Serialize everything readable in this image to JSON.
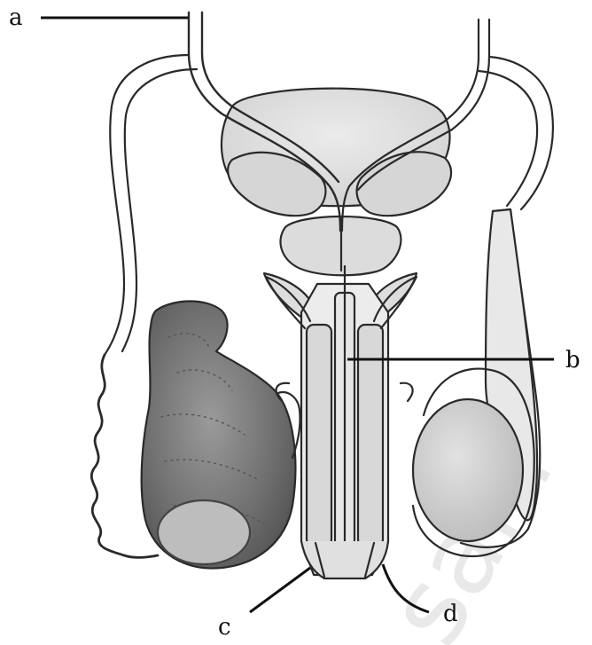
{
  "diagram": {
    "labels": {
      "a": "a",
      "b": "b",
      "c": "c",
      "d": "d"
    },
    "watermark": "sala"
  },
  "colors": {
    "outline": "#2a2a2a",
    "light_fill": "#e4e4e4",
    "mid_fill": "#d2d2d2",
    "testis_dark": "#6e6e6e",
    "testis_light": "#c7c7c7",
    "label_line": "#111111"
  }
}
